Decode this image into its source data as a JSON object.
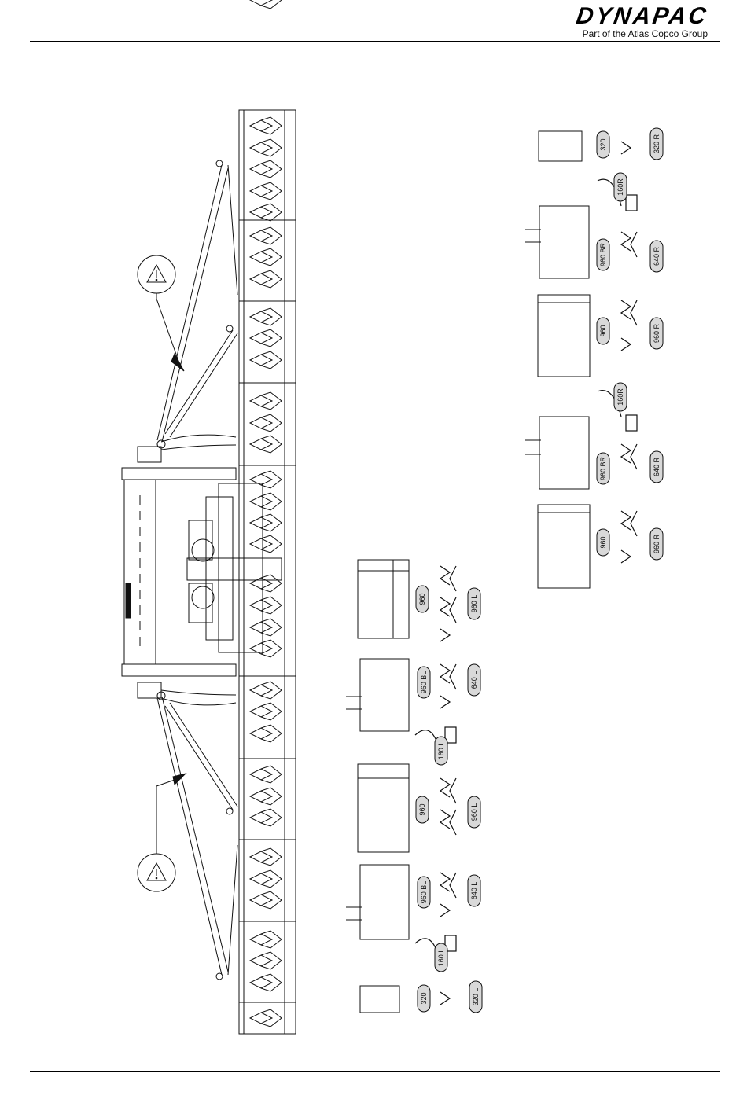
{
  "header": {
    "brand": "DYNAPAC",
    "tagline": "Part of the Atlas Copco Group"
  },
  "warning_symbols": [
    {
      "icon": "warning-triangle-icon"
    },
    {
      "icon": "warning-triangle-icon"
    }
  ],
  "left_column_labels": [
    {
      "body": "960",
      "tine": "960 L"
    },
    {
      "body": "960 BL",
      "tine": "640 L",
      "bracket": "160 L"
    },
    {
      "body": "960",
      "tine": "960 L"
    },
    {
      "body": "960 BL",
      "tine": "640 L",
      "bracket": "160 L"
    },
    {
      "body": "320",
      "tine": "320 L"
    }
  ],
  "right_column_labels": [
    {
      "body": "320",
      "tine": "320 R"
    },
    {
      "body": "960 BR",
      "tine": "640 R",
      "bracket": "160R"
    },
    {
      "body": "960",
      "tine": "960 R"
    },
    {
      "body": "960 BR",
      "tine": "640 R",
      "bracket": "160R"
    },
    {
      "body": "960",
      "tine": "960 R"
    }
  ],
  "colors": {
    "line": "#111111",
    "pill": "#d9d9d9"
  }
}
